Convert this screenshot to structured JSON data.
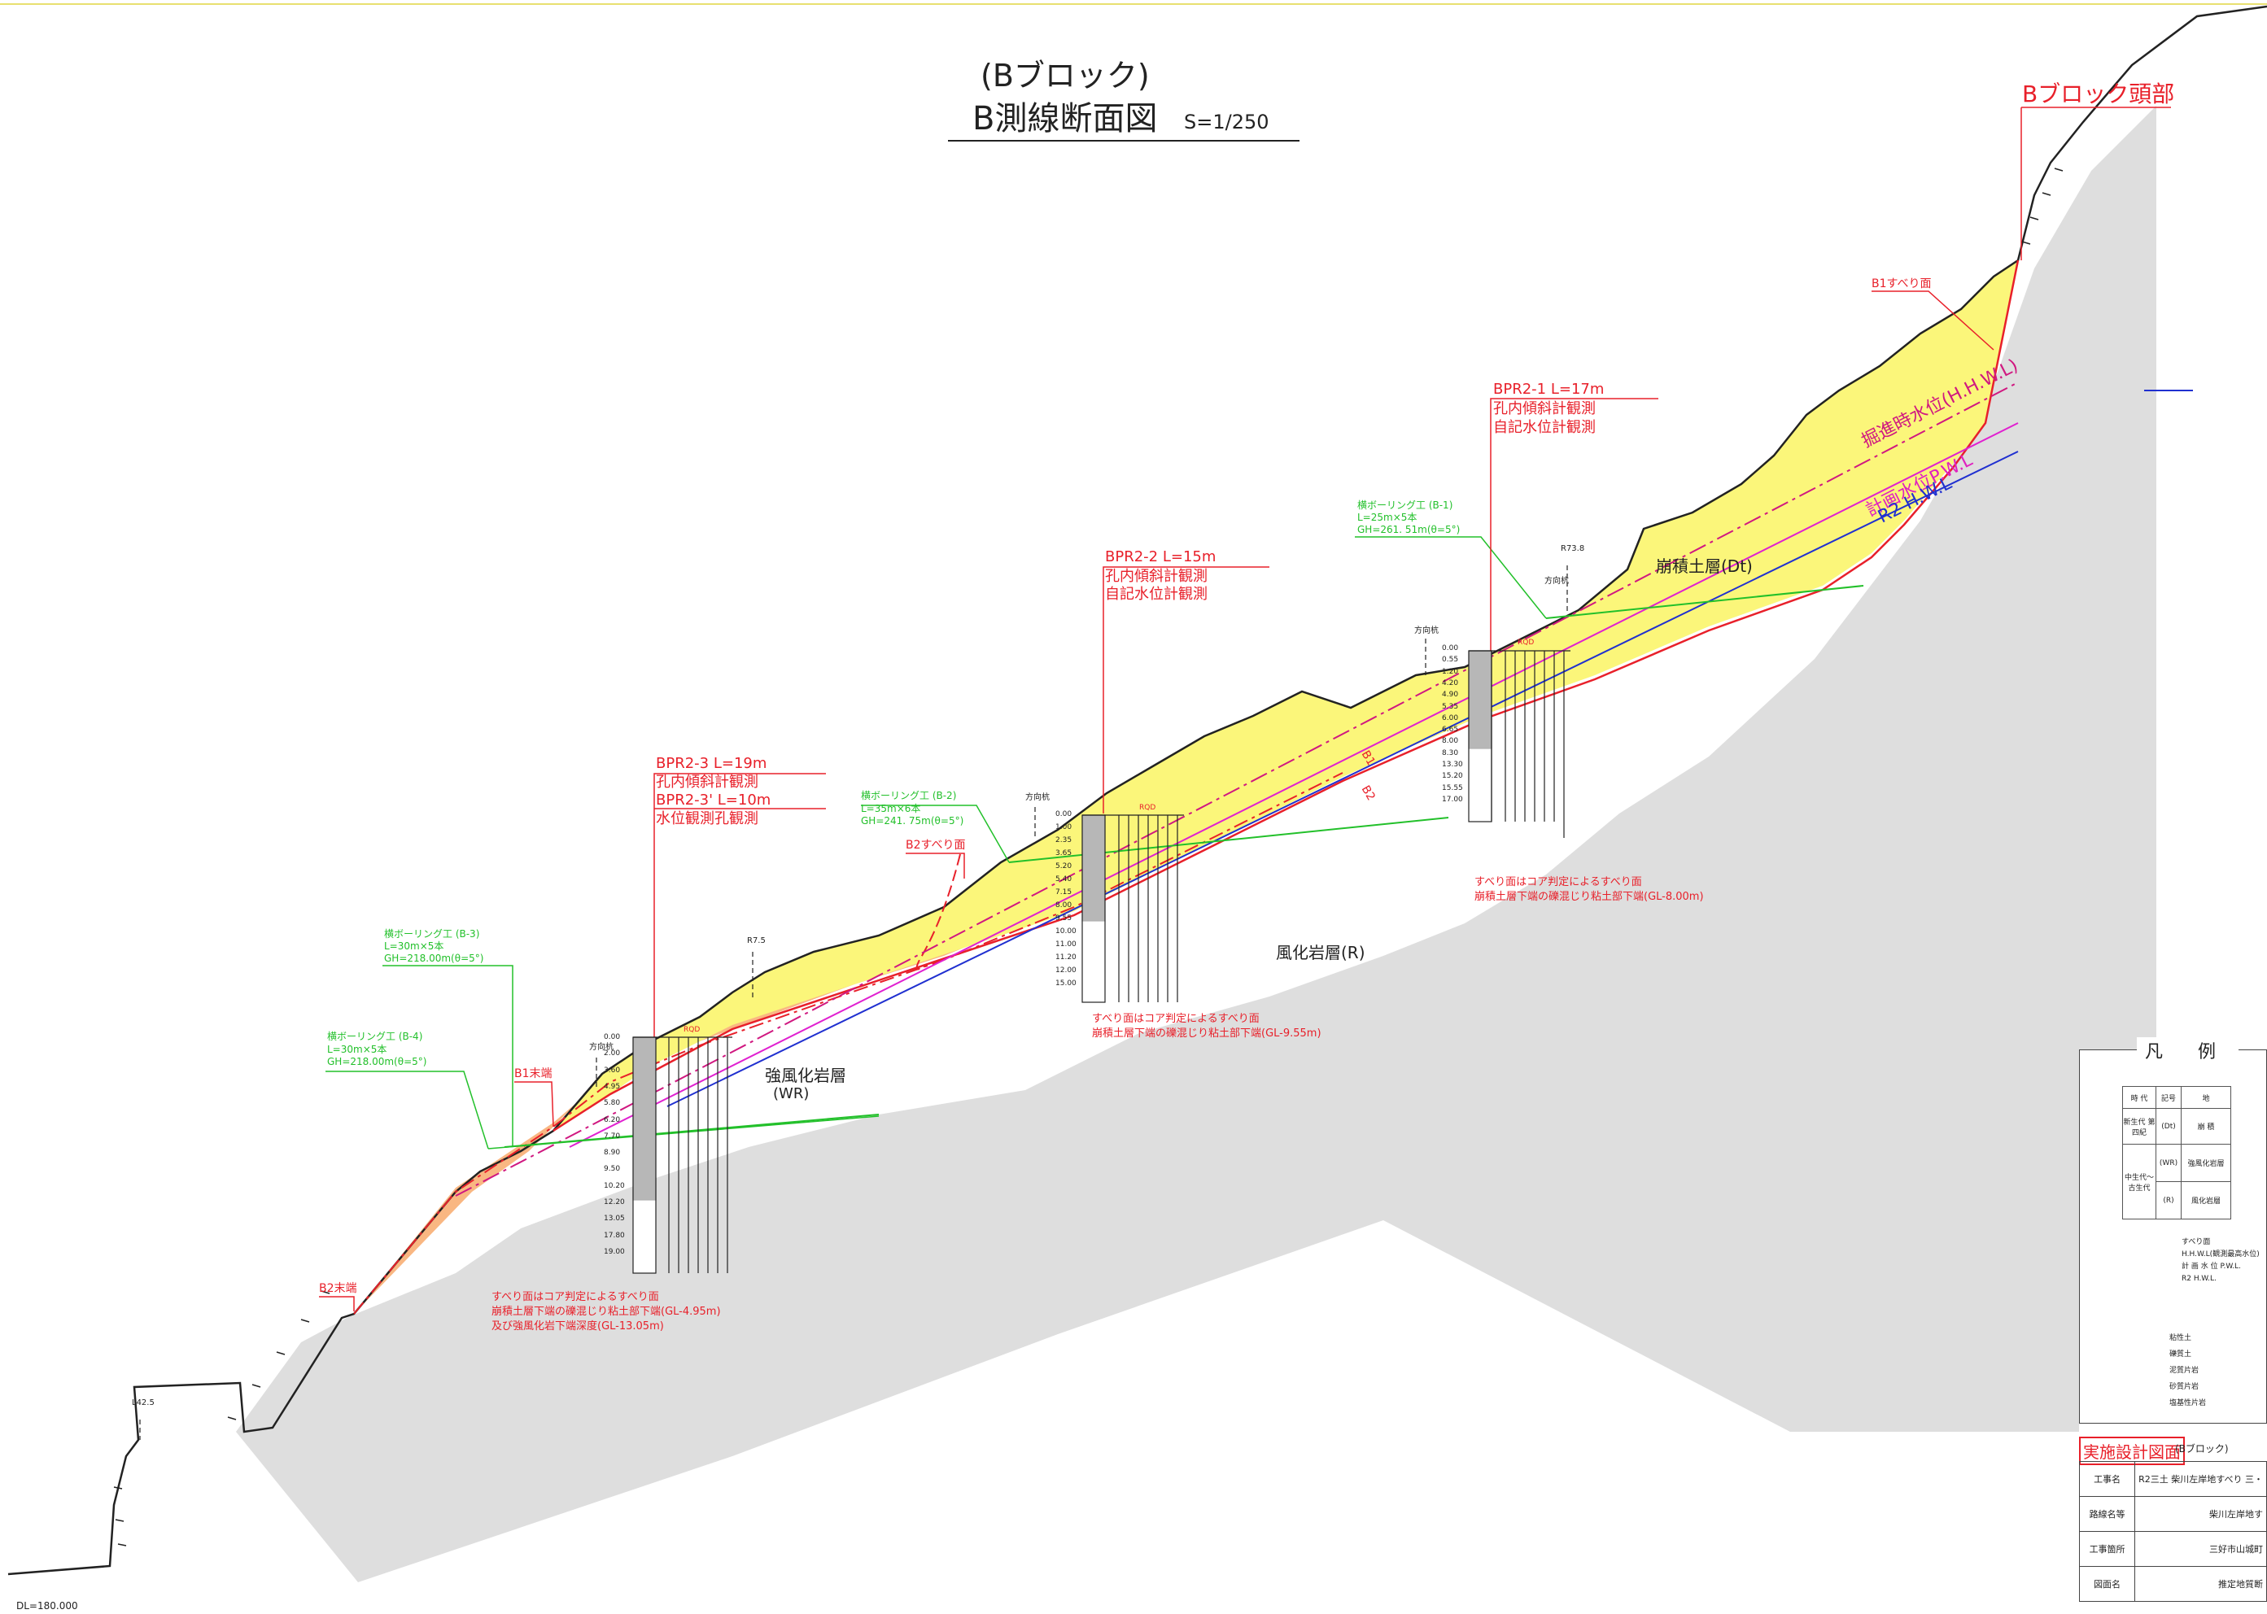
{
  "title": {
    "block": "(Bブロック)",
    "main": "B測線断面図",
    "scale": "S=1/250"
  },
  "annotations": {
    "block_head": "Bブロック頭部",
    "b1_slip": "B1すべり面",
    "b1_end": "B1末端",
    "b2_slip": "B2すべり面",
    "b2_end": "B2末端",
    "water_tunnel": "掘進時水位(H.H.W.L)",
    "water_plan": "計画水位P.W.L",
    "water_r2": "R2 H.W.L",
    "layer_dt": "崩積土層(Dt)",
    "layer_wr": "強風化岩層",
    "layer_wr_code": "(WR)",
    "layer_r": "風化岩層(R)",
    "direction_post": "方向杭",
    "b1_mark": "B1",
    "b2_mark": "B2",
    "r73": "R73.8",
    "r75": "R7.5",
    "l42": "L42.5",
    "dl": "DL=180.000",
    "rqd": "RQD"
  },
  "boreholes": [
    {
      "name": "BPR2-1 L=17m",
      "line1": "孔内傾斜計観測",
      "line2": "自記水位計観測",
      "line3": ""
    },
    {
      "name": "BPR2-2 L=15m",
      "line1": "孔内傾斜計観測",
      "line2": "自記水位計観測",
      "line3": ""
    },
    {
      "name": "BPR2-3 L=19m",
      "line1": "孔内傾斜計観測",
      "line2": "BPR2-3' L=10m",
      "line3": "水位観測孔観測"
    }
  ],
  "drains": [
    {
      "name": "横ボーリング工 (B-1)",
      "l": "L=25m×5本",
      "gh": "GH=261. 51m(θ=5°)"
    },
    {
      "name": "横ボーリング工 (B-2)",
      "l": "L=35m×6本",
      "gh": "GH=241. 75m(θ=5°)"
    },
    {
      "name": "横ボーリング工 (B-3)",
      "l": "L=30m×5本",
      "gh": "GH=218.00m(θ=5°)"
    },
    {
      "name": "横ボーリング工 (B-4)",
      "l": "L=30m×5本",
      "gh": "GH=218.00m(θ=5°)"
    }
  ],
  "notes": [
    {
      "l1": "すべり面はコア判定によるすべり面",
      "l2": "崩積土層下端の礫混じり粘土部下端(GL-8.00m)",
      "l3": ""
    },
    {
      "l1": "すべり面はコア判定によるすべり面",
      "l2": "崩積土層下端の礫混じり粘土部下端(GL-9.55m)",
      "l3": ""
    },
    {
      "l1": "すべり面はコア判定によるすべり面",
      "l2": "崩積土層下端の礫混じり粘土部下端(GL-4.95m)",
      "l3": "及び強風化岩下端深度(GL-13.05m)"
    }
  ],
  "depths": {
    "bh1": [
      "0.00",
      "0.55",
      "1.20",
      "4.20",
      "4.90",
      "5.35",
      "6.00",
      "6.65",
      "8.00",
      "8.30",
      "13.30",
      "15.20",
      "15.55",
      "17.00"
    ],
    "bh2": [
      "0.00",
      "1.00",
      "2.35",
      "3.65",
      "5.20",
      "5.40",
      "7.15",
      "8.00",
      "9.55",
      "10.00",
      "11.00",
      "11.20",
      "12.00",
      "15.00"
    ],
    "bh3": [
      "0.00",
      "2.00",
      "3.60",
      "4.95",
      "5.80",
      "6.20",
      "7.70",
      "8.90",
      "9.50",
      "10.20",
      "12.20",
      "13.05",
      "17.80",
      "19.00"
    ]
  },
  "legend": {
    "title": "凡 例",
    "headers": [
      "時 代",
      "記号",
      "地"
    ],
    "era_cenozoic": "新生代",
    "era_quaternary": "第四紀",
    "era_meso": "中生代～古生代",
    "codes": [
      "(Dt)",
      "(WR)",
      "(R)"
    ],
    "names": [
      "崩 積",
      "強風化岩層",
      "風化岩層"
    ],
    "lines": [
      "すべり面",
      "H.H.W.L(観測最高水位)",
      "計 画 水 位 P.W.L.",
      "R2 H.W.L."
    ],
    "soils": [
      "粘性土",
      "礫質土",
      "泥質片岩",
      "砂質片岩",
      "塩基性片岩"
    ]
  },
  "title_block": {
    "heading": "実施設計図面",
    "sub": "(Bブロック)",
    "rows": [
      {
        "key": "工事名",
        "value": "R2三土 柴川左岸地すべり 三・"
      },
      {
        "key": "路線名等",
        "value": "柴川左岸地す"
      },
      {
        "key": "工事箇所",
        "value": "三好市山城町"
      },
      {
        "key": "図面名",
        "value": "推定地質断"
      }
    ]
  },
  "colors": {
    "dt": "#fbf67a",
    "wr": "#f9b782",
    "r": "#dedede",
    "slip": "#e8202a",
    "drain": "#22c02a",
    "hhwl": "#d01880",
    "pwl": "#e020d0",
    "r2hwl": "#2030d0"
  }
}
